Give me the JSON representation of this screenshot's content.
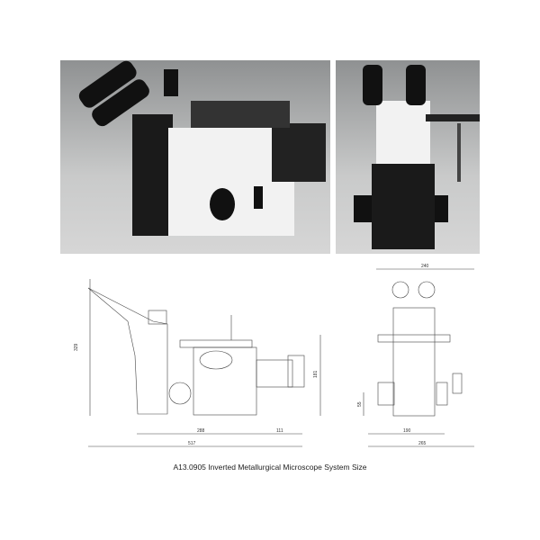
{
  "photos": {
    "side_view": "microscope-side-photo",
    "front_view": "microscope-front-photo"
  },
  "dimensions": {
    "side": {
      "height": "329",
      "body_length": "288",
      "lamp_length": "111",
      "total_length": "517",
      "stage_height": "181"
    },
    "front": {
      "width_top": "240",
      "knob_height": "55",
      "base_width": "190",
      "total_width": "265"
    }
  },
  "caption": "A13.0905 Inverted Metallurgical Microscope System Size"
}
